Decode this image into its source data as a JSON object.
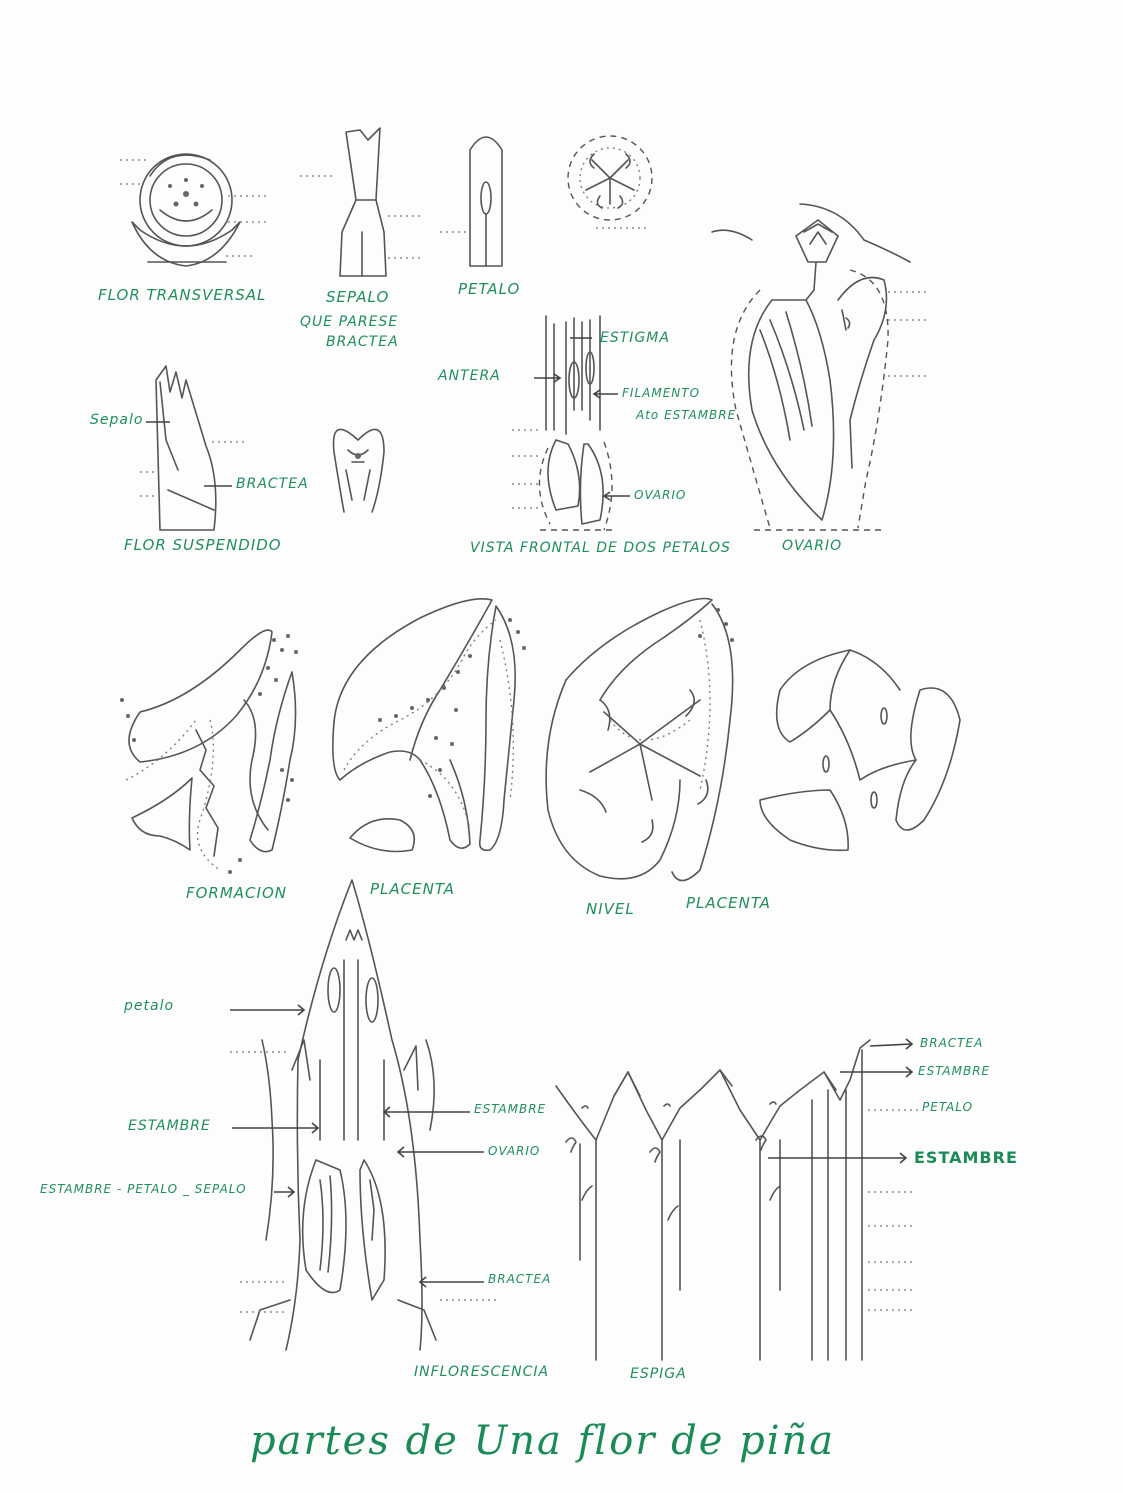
{
  "labels": {
    "flor_transversal": "FLOR TRANSVERSAL",
    "sepalo": "SEPALO",
    "sepalo_note_1": "QUE PARESE",
    "sepalo_note_2": "BRACTEA",
    "petalo_top": "PETALO",
    "sepalo_side": "Sepalo",
    "bractea_side": "BRACTEA",
    "flor_suspendido": "FLOR SUSPENDIDO",
    "estigma": "ESTIGMA",
    "antera": "ANTERA",
    "filamento": "FILAMENTO",
    "filamento_note": "Ato ESTAMBRE",
    "ovario_small": "OVARIO",
    "vista_frontal": "VISTA FRONTAL DE DOS PETALOS",
    "ovario_big": "OVARIO",
    "formacion": "FORMACION",
    "placenta_1": "PLACENTA",
    "nivel": "NIVEL",
    "placenta_2": "PLACENTA",
    "petalo_left": "petalo",
    "estambre_left": "ESTAMBRE",
    "estambre_petalo_sepalo": "ESTAMBRE - PETALO _ SEPALO",
    "estambre_mid": "ESTAMBRE",
    "ovario_mid": "OVARIO",
    "bractea_mid": "BRACTEA",
    "inflorescencia": "INFLORESCENCIA",
    "espiga": "ESPIGA",
    "bractea_right": "BRACTEA",
    "estambre_right": "ESTAMBRE",
    "petalo_right": "PETALO",
    "estambre_bold": "ESTAMBRE"
  },
  "title": "partes de Una flor de piña",
  "colors": {
    "ink": "#1f8f5c",
    "pencil": "#555555",
    "paper": "#fdfdfd"
  }
}
